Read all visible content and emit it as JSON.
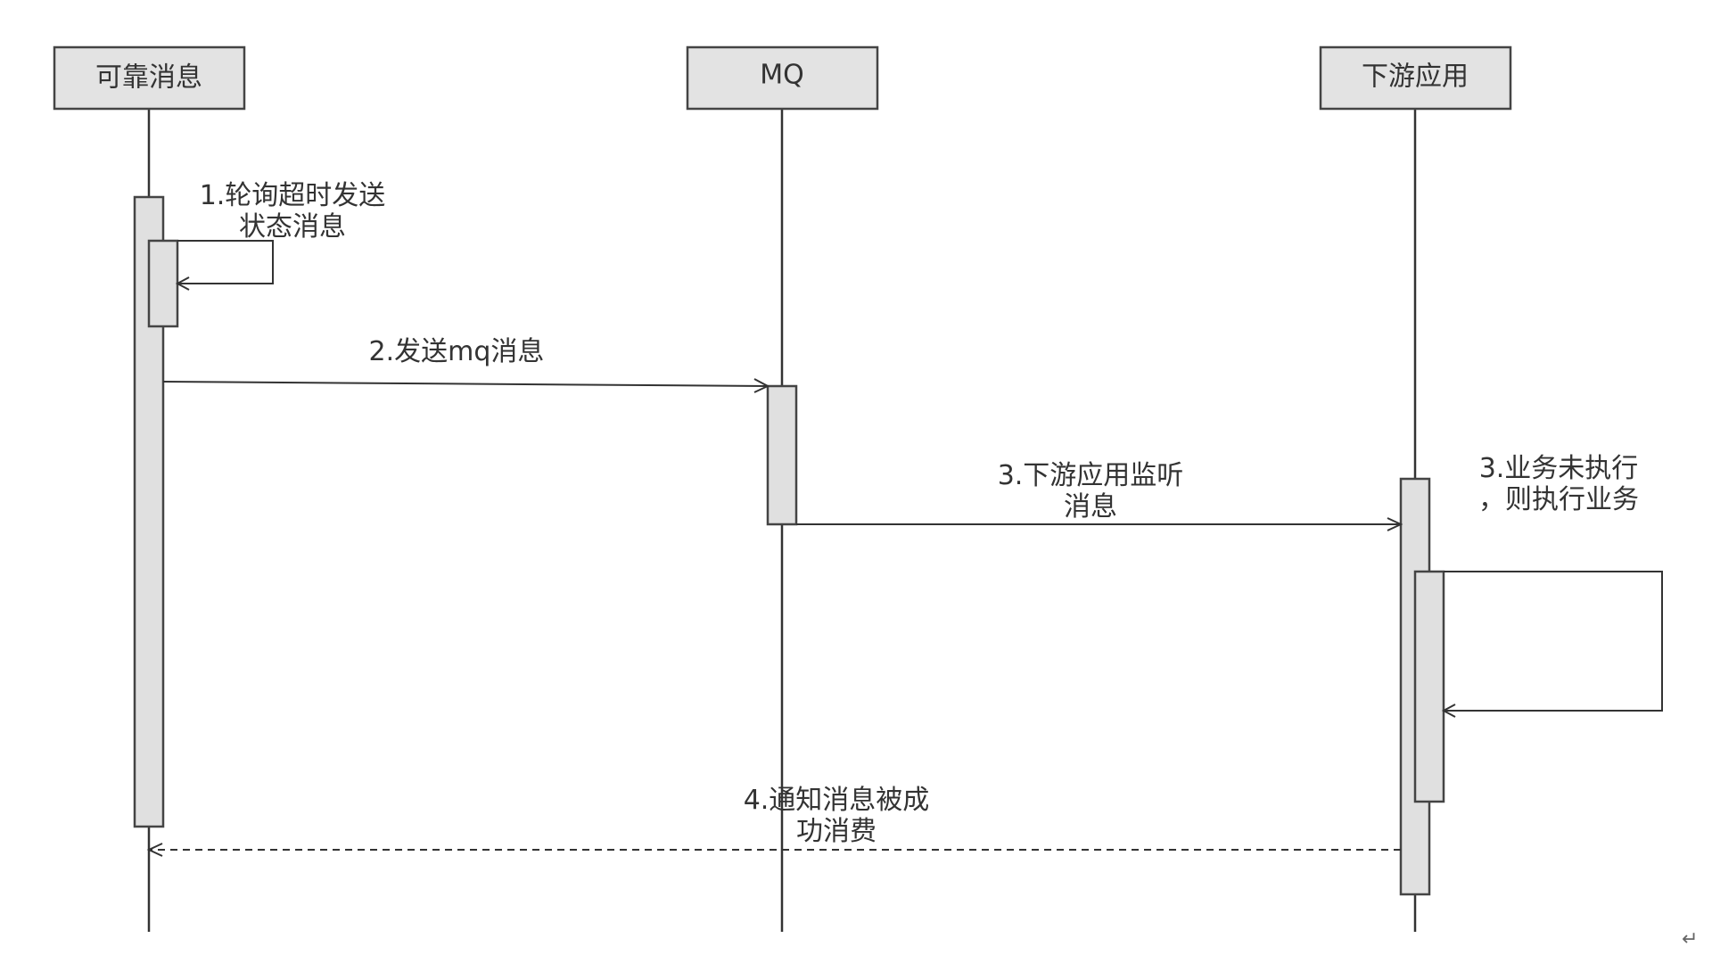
{
  "participants": {
    "reliable_message": "可靠消息",
    "mq": "MQ",
    "downstream_app": "下游应用"
  },
  "messages": {
    "m1_line1": "1.轮询超时发送",
    "m1_line2": "状态消息",
    "m2": "2.发送mq消息",
    "m3_line1": "3.下游应用监听",
    "m3_line2": "消息",
    "m3b_line1": "3.业务未执行",
    "m3b_line2": "，则执行业务",
    "m4_line1": "4.通知消息被成",
    "m4_line2": "功消费"
  },
  "corner_mark": "↵"
}
